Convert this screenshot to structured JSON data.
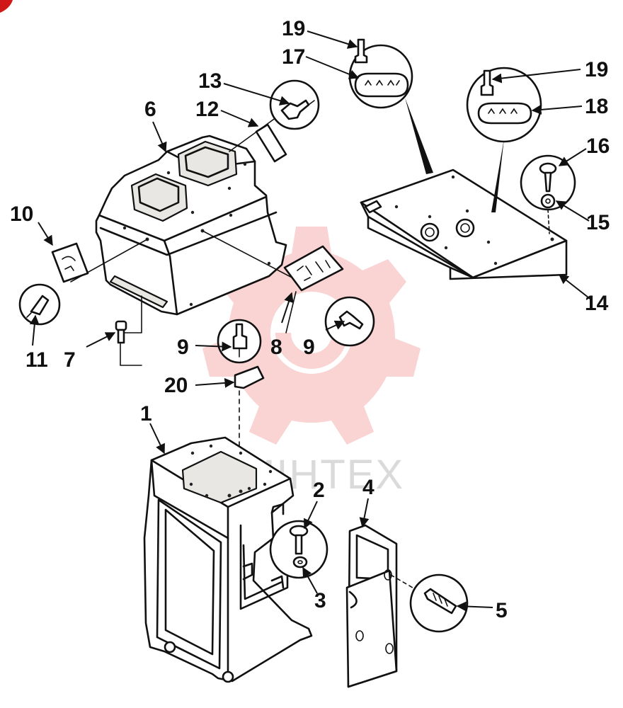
{
  "watermark": {
    "text": "MIHTEX",
    "gear_color": "#f5a0a0"
  },
  "accent_color": "#d01818",
  "callouts": [
    "1",
    "2",
    "3",
    "4",
    "5",
    "6",
    "7",
    "8",
    "9",
    "9",
    "10",
    "11",
    "12",
    "13",
    "14",
    "15",
    "16",
    "17",
    "18",
    "19",
    "19",
    "20"
  ]
}
